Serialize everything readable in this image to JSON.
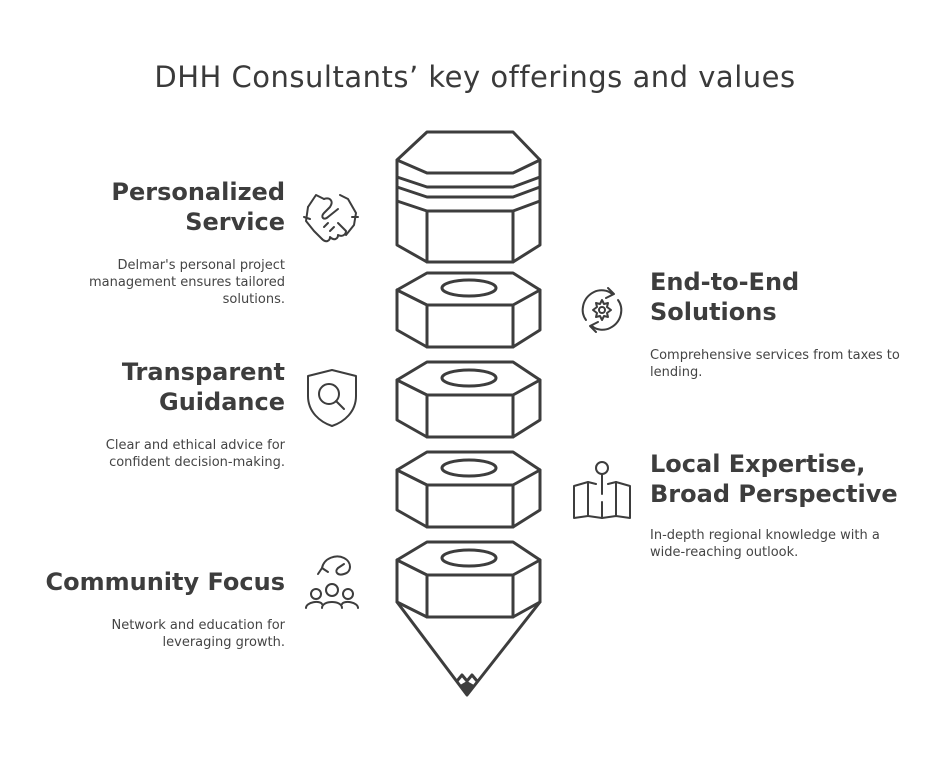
{
  "title": "DHH Consultants’ key offerings and values",
  "items": [
    {
      "heading_line1": "Personalized",
      "heading_line2": "Service",
      "desc": "Delmar's personal project management ensures tailored solutions.",
      "icon": "handshake-icon"
    },
    {
      "heading_line1": "End-to-End",
      "heading_line2": "Solutions",
      "desc": "Comprehensive services from taxes to lending.",
      "icon": "cycle-gear-icon"
    },
    {
      "heading_line1": "Transparent",
      "heading_line2": "Guidance",
      "desc": "Clear and ethical advice for confident decision-making.",
      "icon": "shield-search-icon"
    },
    {
      "heading_line1": "Local Expertise,",
      "heading_line2": "Broad Perspective",
      "desc": "In-depth regional knowledge with a wide-reaching outlook.",
      "icon": "map-pin-icon"
    },
    {
      "heading_line1": "Community Focus",
      "heading_line2": "",
      "desc": "Network and education for leveraging growth.",
      "icon": "community-icon"
    }
  ]
}
